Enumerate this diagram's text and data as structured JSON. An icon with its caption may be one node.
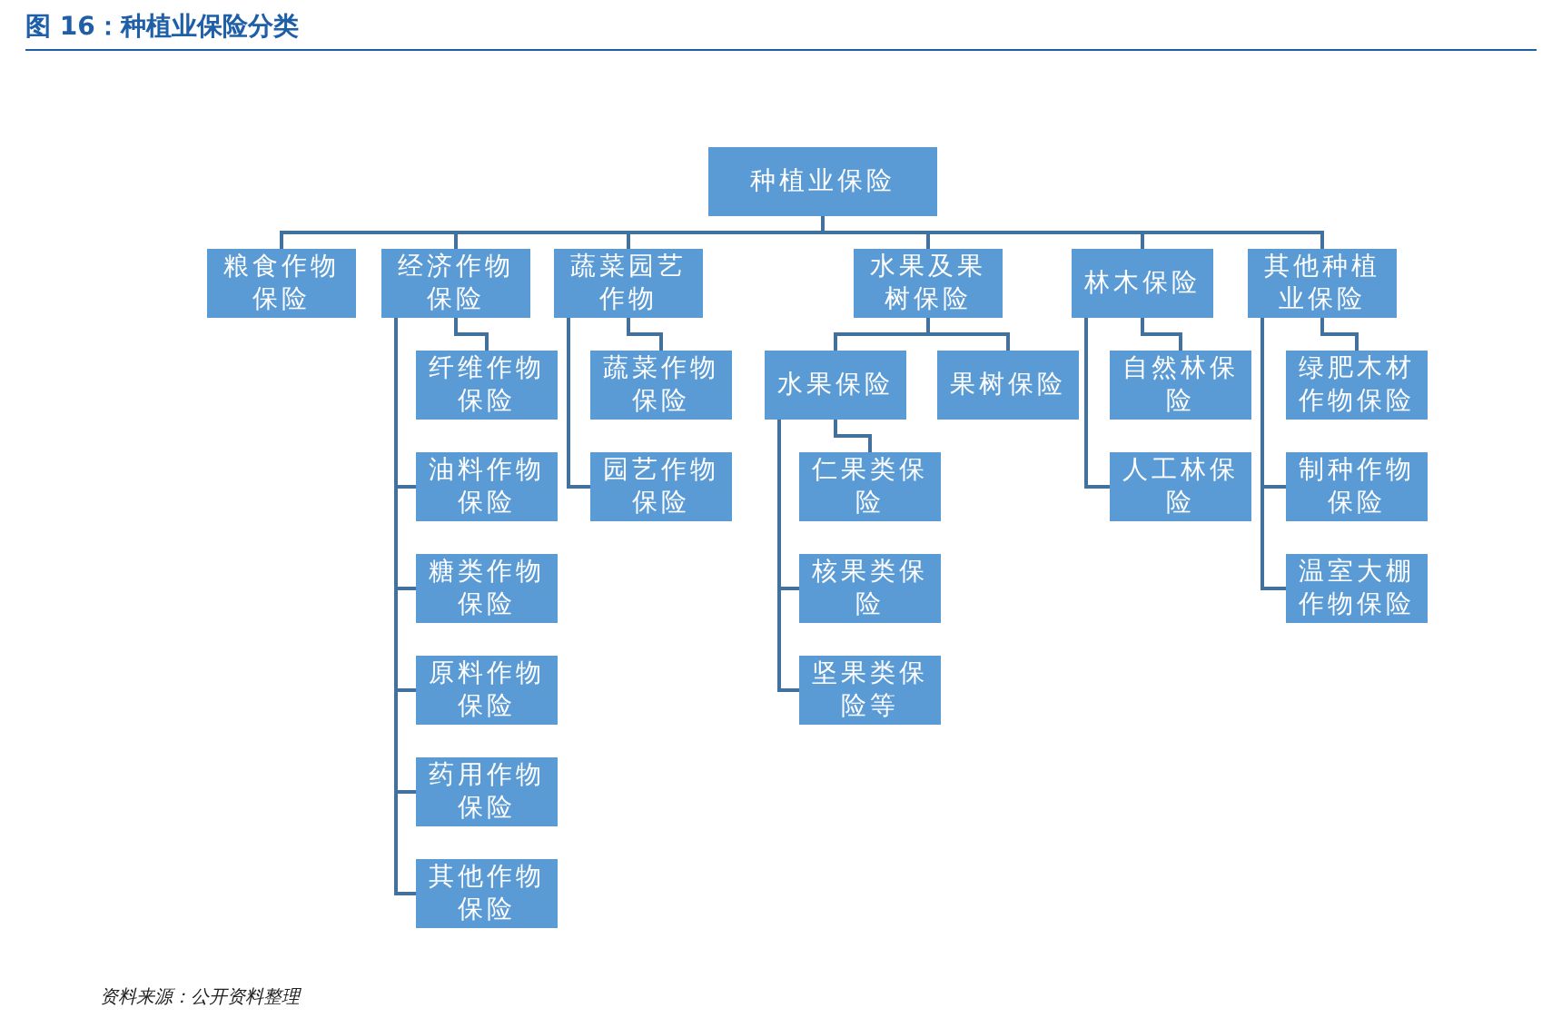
{
  "diagram": {
    "title": "图 16：种植业保险分类",
    "nodes": [
      {
        "text": [
          "种植业保险"
        ]
      },
      {
        "text": [
          "粮食作物保险"
        ]
      },
      {
        "text": [
          "经济作物保险"
        ]
      },
      {
        "text": [
          "蔬菜园艺作物"
        ]
      },
      {
        "text": [
          "水果及果树保险"
        ]
      },
      {
        "text": [
          "林木保险"
        ]
      },
      {
        "text": [
          "其他种植业保险"
        ]
      },
      {
        "text": [
          "纤维作物保险"
        ]
      },
      {
        "text": [
          "油料作物保险"
        ]
      },
      {
        "text": [
          "糖类作物保险"
        ]
      },
      {
        "text": [
          "原料作物保险"
        ]
      },
      {
        "text": [
          "药用作物保险"
        ]
      },
      {
        "text": [
          "其他作物保险"
        ]
      },
      {
        "text": [
          "蔬菜作物保险"
        ]
      },
      {
        "text": [
          "园艺作物保险"
        ]
      },
      {
        "text": [
          "水果保险"
        ]
      },
      {
        "text": [
          "果树保险"
        ]
      },
      {
        "text": [
          "仁果类保险"
        ]
      },
      {
        "text": [
          "核果类保险"
        ]
      },
      {
        "text": [
          "坚果类保险等"
        ]
      },
      {
        "text": [
          "自然林保险"
        ]
      },
      {
        "text": [
          "人工林保险"
        ]
      },
      {
        "text": [
          "绿肥木材作物保险"
        ]
      },
      {
        "text": [
          "制种作物保险"
        ]
      },
      {
        "text": [
          "温室大棚作物保险"
        ]
      }
    ],
    "edges": [
      {
        "from": 0,
        "to": 1,
        "arrow": "none"
      },
      {
        "from": 0,
        "to": 2,
        "arrow": "none"
      },
      {
        "from": 0,
        "to": 3,
        "arrow": "none"
      },
      {
        "from": 0,
        "to": 4,
        "arrow": "none"
      },
      {
        "from": 0,
        "to": 5,
        "arrow": "none"
      },
      {
        "from": 0,
        "to": 6,
        "arrow": "none"
      },
      {
        "from": 2,
        "to": 7,
        "arrow": "none"
      },
      {
        "from": 2,
        "to": 8,
        "arrow": "none"
      },
      {
        "from": 2,
        "to": 9,
        "arrow": "none"
      },
      {
        "from": 2,
        "to": 10,
        "arrow": "none"
      },
      {
        "from": 2,
        "to": 11,
        "arrow": "none"
      },
      {
        "from": 2,
        "to": 12,
        "arrow": "none"
      },
      {
        "from": 3,
        "to": 13,
        "arrow": "none"
      },
      {
        "from": 3,
        "to": 14,
        "arrow": "none"
      },
      {
        "from": 4,
        "to": 15,
        "arrow": "none"
      },
      {
        "from": 4,
        "to": 16,
        "arrow": "none"
      },
      {
        "from": 15,
        "to": 17,
        "arrow": "none"
      },
      {
        "from": 15,
        "to": 18,
        "arrow": "none"
      },
      {
        "from": 15,
        "to": 19,
        "arrow": "none"
      },
      {
        "from": 5,
        "to": 20,
        "arrow": "none"
      },
      {
        "from": 5,
        "to": 21,
        "arrow": "none"
      },
      {
        "from": 6,
        "to": 22,
        "arrow": "none"
      },
      {
        "from": 6,
        "to": 23,
        "arrow": "none"
      },
      {
        "from": 6,
        "to": 24,
        "arrow": "none"
      }
    ],
    "labels": [
      "资料来源：公开资料整理"
    ]
  }
}
